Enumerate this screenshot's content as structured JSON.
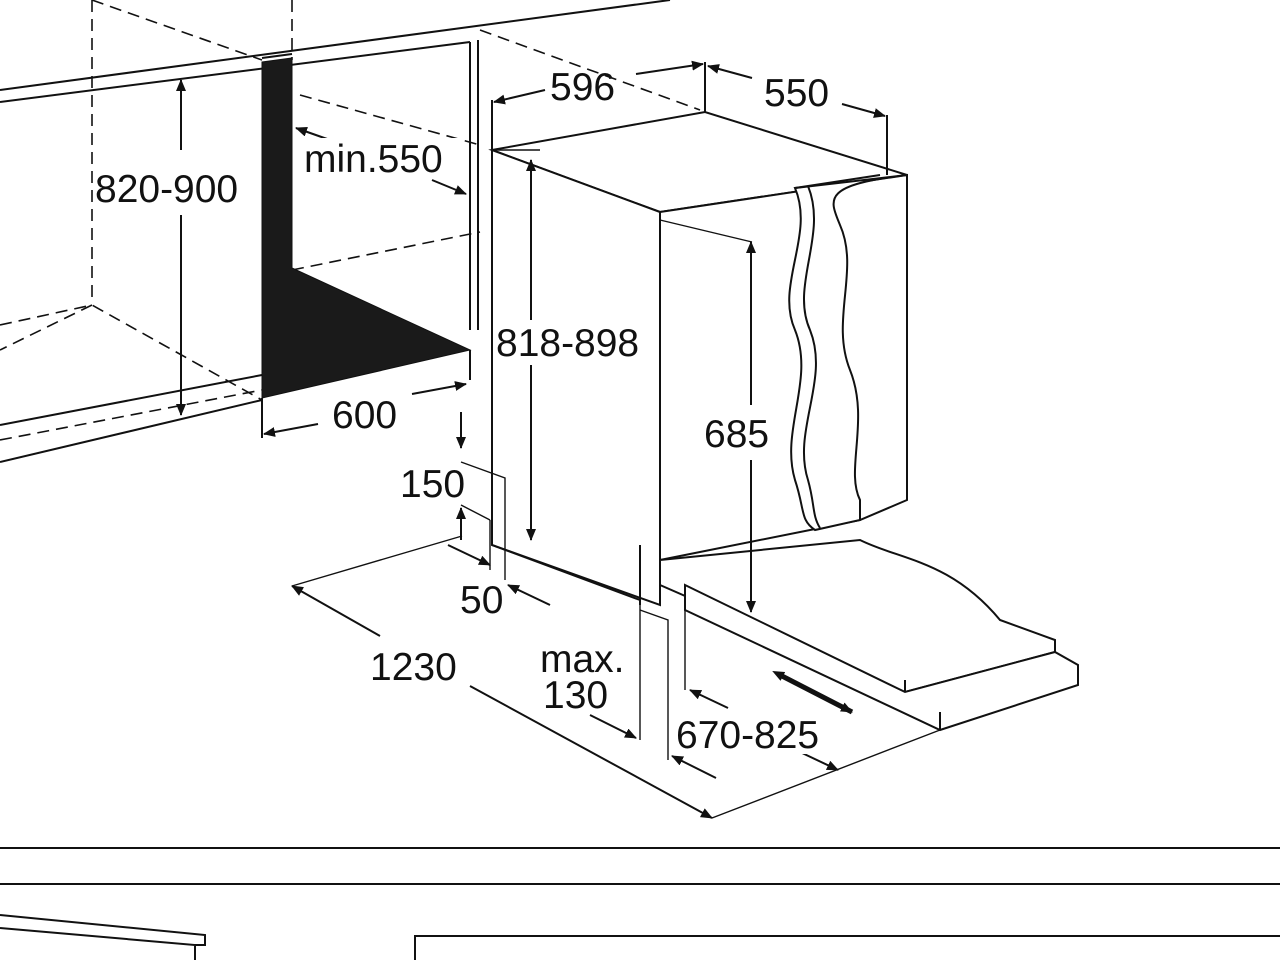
{
  "labels": {
    "cabinet_height": "820-900",
    "niche_depth_min": "min.550",
    "niche_width": "600",
    "appliance_width": "596",
    "appliance_depth": "550",
    "appliance_height": "818-898",
    "door_height": "685",
    "plinth_height": "150",
    "plinth_gap": "50",
    "door_travel": "1230",
    "max_label": "max.",
    "max_value": "130",
    "panel_range": "670-825"
  },
  "colors": {
    "line": "#111111",
    "background": "#ffffff",
    "shadow_fill": "#1a1a1a"
  }
}
